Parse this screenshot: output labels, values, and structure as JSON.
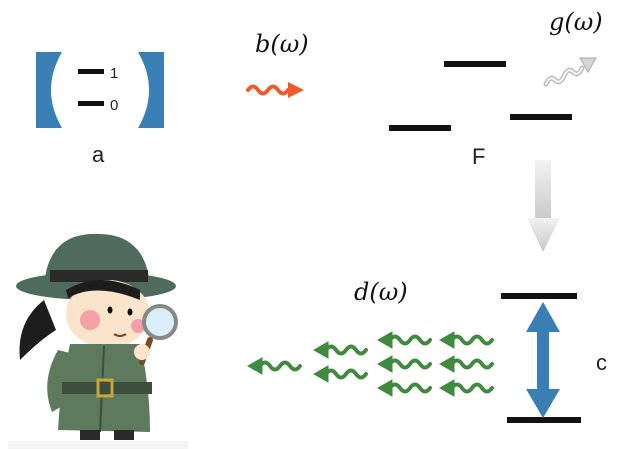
{
  "panels": {
    "qubit": {
      "label": "a",
      "level_top": "1",
      "level_bottom": "0",
      "bracket_color": "#3a7fb3"
    },
    "fluorescence": {
      "label": "F",
      "input_photon": "b(ω)",
      "output_photon": "g(ω)",
      "input_color": "#f05a28"
    },
    "cavity": {
      "label": "c",
      "emission": "d(ω)",
      "arrow_color": "#3a7fb3",
      "wave_color": "#3f8a3f",
      "down_arrow_color": "#cfcfcf"
    },
    "detective": {
      "icon": "detective-with-magnifying-glass"
    }
  }
}
